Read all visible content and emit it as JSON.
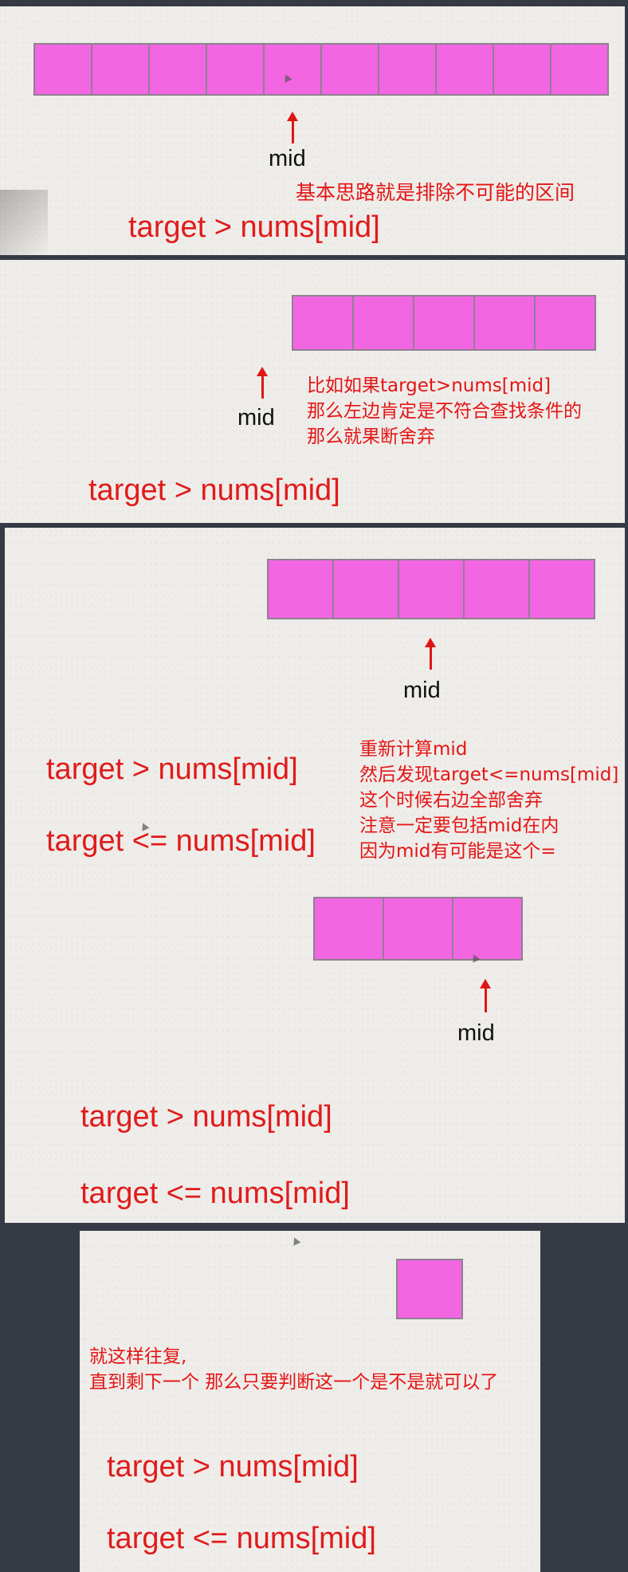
{
  "panel1": {
    "mid": "mid",
    "note": "基本思路就是排除不可能的区间",
    "conditions": [
      "target > nums[mid]"
    ]
  },
  "panel2": {
    "mid": "mid",
    "note_lines": [
      "比如如果target>nums[mid]",
      "那么左边肯定是不符合查找条件的",
      "那么就果断舍弃"
    ],
    "conditions": [
      "target > nums[mid]"
    ]
  },
  "panel3": {
    "mid_top": "mid",
    "mid_bottom": "mid",
    "conditions_upper": [
      "target > nums[mid]",
      "target <= nums[mid]"
    ],
    "note_lines": [
      "重新计算mid",
      "然后发现target<=nums[mid]",
      "这个时候右边全部舍弃",
      "注意一定要包括mid在内",
      "因为mid有可能是这个="
    ],
    "conditions_lower": [
      "target > nums[mid]",
      "target <= nums[mid]"
    ]
  },
  "panel4": {
    "note_lines": [
      "就这样往复,",
      "直到剩下一个 那么只要判断这一个是不是就可以了"
    ],
    "conditions": [
      "target > nums[mid]",
      "target <= nums[mid]"
    ]
  },
  "colors": {
    "cell_fill": "#f266e2",
    "text_red": "#e01b1b",
    "background": "#353a44"
  }
}
